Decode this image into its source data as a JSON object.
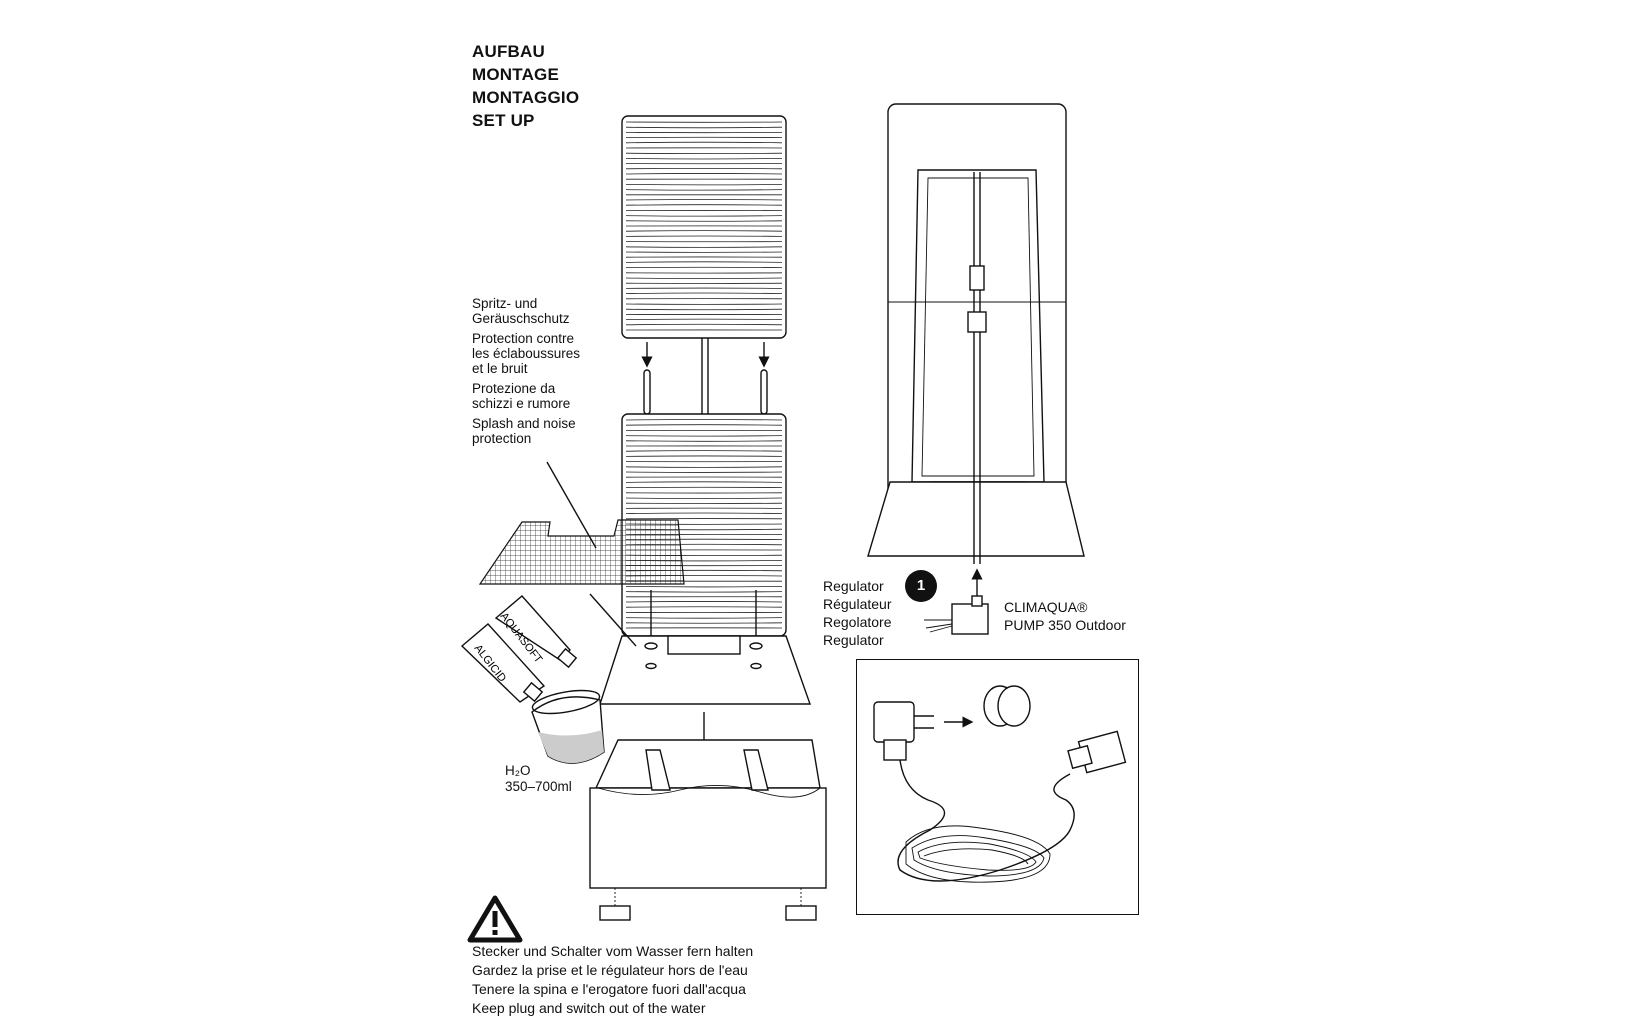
{
  "title_lines": [
    "AUFBAU",
    "MONTAGE",
    "MONTAGGIO",
    "SET UP"
  ],
  "splash_protection": {
    "de": [
      "Spritz- und",
      "Geräuschschutz"
    ],
    "fr": [
      "Protection contre",
      "les éclaboussures",
      "et le bruit"
    ],
    "it": [
      "Protezione da",
      "schizzi e rumore"
    ],
    "en": [
      "Splash and noise",
      "protection"
    ]
  },
  "bottles": {
    "aquasoft": "AQUASOFT",
    "algicid": "ALGICID"
  },
  "water": {
    "formula": "H₂O",
    "amount": "350–700ml"
  },
  "regulator_lines": [
    "Regulator",
    "Régulateur",
    "Regolatore",
    "Regulator"
  ],
  "step_badge": "1",
  "pump": {
    "brand": "CLIMAQUA®",
    "model": "PUMP 350 Outdoor"
  },
  "warning_lines": [
    "Stecker und Schalter vom Wasser fern halten",
    "Gardez la prise et le régulateur hors de l'eau",
    "Tenere la spina e l'erogatore fuori dall'acqua",
    "Keep plug and switch out of the water"
  ]
}
